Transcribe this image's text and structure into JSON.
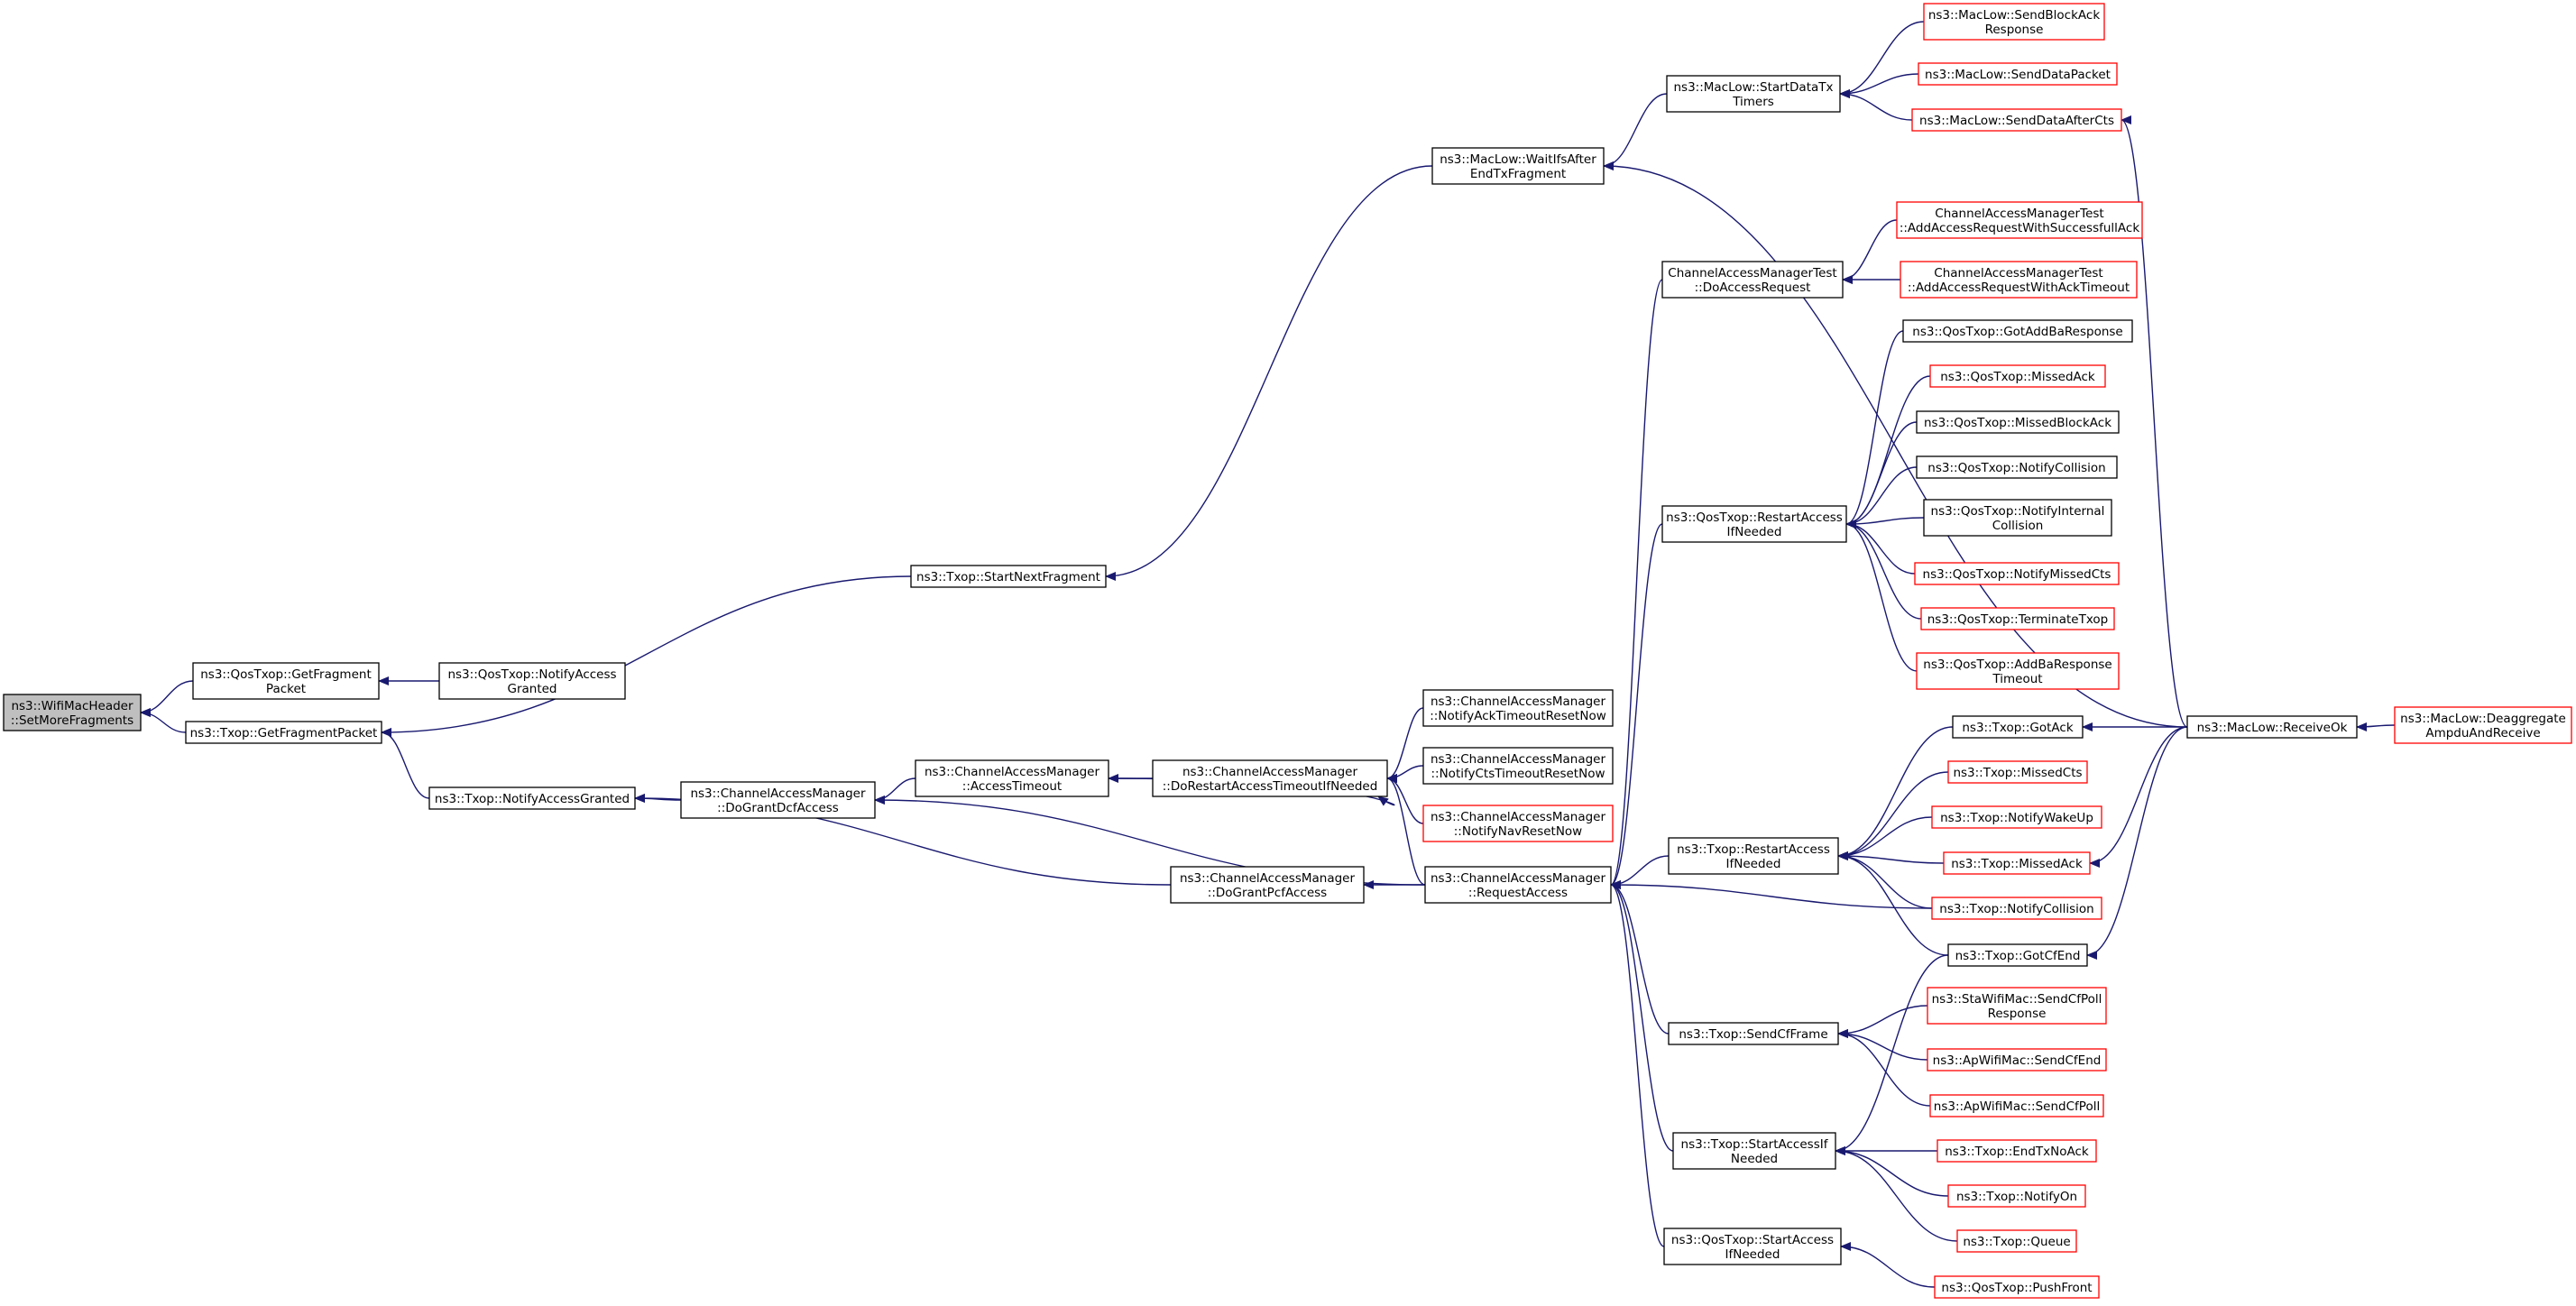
{
  "title": "",
  "colors": {
    "edge": "#191970",
    "black_border": "#000000",
    "red_border": "#ff0000",
    "root_fill": "#bfbfbf",
    "node_fill": "#ffffff"
  },
  "nodes": [
    {
      "id": "n0",
      "lines": [
        "ns3::WifiMacHeader",
        "::SetMoreFragments"
      ],
      "style": "root"
    },
    {
      "id": "n1",
      "lines": [
        "ns3::QosTxop::GetFragment",
        "Packet"
      ],
      "style": "black"
    },
    {
      "id": "n2",
      "lines": [
        "ns3::QosTxop::NotifyAccess",
        "Granted"
      ],
      "style": "black"
    },
    {
      "id": "n3",
      "lines": [
        "ns3::Txop::GetFragmentPacket"
      ],
      "style": "black"
    },
    {
      "id": "n4",
      "lines": [
        "ns3::Txop::StartNextFragment"
      ],
      "style": "black"
    },
    {
      "id": "n5",
      "lines": [
        "ns3::Txop::NotifyAccessGranted"
      ],
      "style": "black"
    },
    {
      "id": "n6",
      "lines": [
        "ns3::MacLow::WaitIfsAfter",
        "EndTxFragment"
      ],
      "style": "black"
    },
    {
      "id": "n7",
      "lines": [
        "ns3::ChannelAccessManager",
        "::DoGrantDcfAccess"
      ],
      "style": "black"
    },
    {
      "id": "n8",
      "lines": [
        "ns3::ChannelAccessManager",
        "::DoGrantPcfAccess"
      ],
      "style": "black"
    },
    {
      "id": "n9",
      "lines": [
        "ns3::MacLow::StartDataTx",
        "Timers"
      ],
      "style": "black"
    },
    {
      "id": "n10",
      "lines": [
        "ns3::MacLow::ReceiveOk"
      ],
      "style": "black"
    },
    {
      "id": "n11",
      "lines": [
        "ns3::ChannelAccessManager",
        "::AccessTimeout"
      ],
      "style": "black"
    },
    {
      "id": "n12",
      "lines": [
        "ns3::ChannelAccessManager",
        "::DoRestartAccessTimeoutIfNeeded"
      ],
      "style": "black"
    },
    {
      "id": "n13",
      "lines": [
        "ns3::ChannelAccessManager",
        "::RequestAccess"
      ],
      "style": "black"
    },
    {
      "id": "n14",
      "lines": [
        "ns3::ChannelAccessManager",
        "::NotifyAckTimeoutResetNow"
      ],
      "style": "black"
    },
    {
      "id": "n15",
      "lines": [
        "ns3::ChannelAccessManager",
        "::NotifyCtsTimeoutResetNow"
      ],
      "style": "black"
    },
    {
      "id": "n16",
      "lines": [
        "ns3::ChannelAccessManager",
        "::NotifyNavResetNow"
      ],
      "style": "red"
    },
    {
      "id": "n17",
      "lines": [
        "ChannelAccessManagerTest",
        "::DoAccessRequest"
      ],
      "style": "black"
    },
    {
      "id": "n18",
      "lines": [
        "ns3::QosTxop::RestartAccess",
        "IfNeeded"
      ],
      "style": "black"
    },
    {
      "id": "n19",
      "lines": [
        "ns3::Txop::RestartAccess",
        "IfNeeded"
      ],
      "style": "black"
    },
    {
      "id": "n20",
      "lines": [
        "ns3::Txop::SendCfFrame"
      ],
      "style": "black"
    },
    {
      "id": "n21",
      "lines": [
        "ns3::Txop::StartAccessIf",
        "Needed"
      ],
      "style": "black"
    },
    {
      "id": "n22",
      "lines": [
        "ns3::QosTxop::StartAccess",
        "IfNeeded"
      ],
      "style": "black"
    },
    {
      "id": "n23",
      "lines": [
        "ns3::MacLow::SendBlockAck",
        "Response"
      ],
      "style": "red"
    },
    {
      "id": "n24",
      "lines": [
        "ns3::MacLow::SendDataPacket"
      ],
      "style": "red"
    },
    {
      "id": "n25",
      "lines": [
        "ns3::MacLow::SendDataAfterCts"
      ],
      "style": "red"
    },
    {
      "id": "n26",
      "lines": [
        "ns3::MacLow::Deaggregate",
        "AmpduAndReceive"
      ],
      "style": "red"
    },
    {
      "id": "n27",
      "lines": [
        "ChannelAccessManagerTest",
        "::AddAccessRequestWithSuccessfullAck"
      ],
      "style": "red"
    },
    {
      "id": "n28",
      "lines": [
        "ChannelAccessManagerTest",
        "::AddAccessRequestWithAckTimeout"
      ],
      "style": "red"
    },
    {
      "id": "n29",
      "lines": [
        "ns3::QosTxop::GotAddBaResponse"
      ],
      "style": "black"
    },
    {
      "id": "n30",
      "lines": [
        "ns3::QosTxop::MissedAck"
      ],
      "style": "red"
    },
    {
      "id": "n31",
      "lines": [
        "ns3::QosTxop::MissedBlockAck"
      ],
      "style": "black"
    },
    {
      "id": "n32",
      "lines": [
        "ns3::QosTxop::NotifyCollision"
      ],
      "style": "black"
    },
    {
      "id": "n33",
      "lines": [
        "ns3::QosTxop::NotifyInternal",
        "Collision"
      ],
      "style": "black"
    },
    {
      "id": "n34",
      "lines": [
        "ns3::QosTxop::NotifyMissedCts"
      ],
      "style": "red"
    },
    {
      "id": "n35",
      "lines": [
        "ns3::QosTxop::TerminateTxop"
      ],
      "style": "red"
    },
    {
      "id": "n36",
      "lines": [
        "ns3::QosTxop::AddBaResponse",
        "Timeout"
      ],
      "style": "red"
    },
    {
      "id": "n37",
      "lines": [
        "ns3::Txop::GotAck"
      ],
      "style": "black"
    },
    {
      "id": "n38",
      "lines": [
        "ns3::Txop::MissedCts"
      ],
      "style": "red"
    },
    {
      "id": "n39",
      "lines": [
        "ns3::Txop::NotifyWakeUp"
      ],
      "style": "red"
    },
    {
      "id": "n40",
      "lines": [
        "ns3::Txop::MissedAck"
      ],
      "style": "red"
    },
    {
      "id": "n41",
      "lines": [
        "ns3::Txop::NotifyCollision"
      ],
      "style": "red"
    },
    {
      "id": "n42",
      "lines": [
        "ns3::Txop::GotCfEnd"
      ],
      "style": "black"
    },
    {
      "id": "n43",
      "lines": [
        "ns3::StaWifiMac::SendCfPoll",
        "Response"
      ],
      "style": "red"
    },
    {
      "id": "n44",
      "lines": [
        "ns3::ApWifiMac::SendCfEnd"
      ],
      "style": "red"
    },
    {
      "id": "n45",
      "lines": [
        "ns3::ApWifiMac::SendCfPoll"
      ],
      "style": "red"
    },
    {
      "id": "n46",
      "lines": [
        "ns3::Txop::EndTxNoAck"
      ],
      "style": "red"
    },
    {
      "id": "n47",
      "lines": [
        "ns3::Txop::NotifyOn"
      ],
      "style": "red"
    },
    {
      "id": "n48",
      "lines": [
        "ns3::Txop::Queue"
      ],
      "style": "red"
    },
    {
      "id": "n49",
      "lines": [
        "ns3::QosTxop::PushFront"
      ],
      "style": "red"
    }
  ],
  "edges": [
    {
      "from": "n1",
      "to": "n0"
    },
    {
      "from": "n3",
      "to": "n0"
    },
    {
      "from": "n2",
      "to": "n1"
    },
    {
      "from": "n4",
      "to": "n3"
    },
    {
      "from": "n5",
      "to": "n3"
    },
    {
      "from": "n6",
      "to": "n4"
    },
    {
      "from": "n7",
      "to": "n5"
    },
    {
      "from": "n8",
      "to": "n5"
    },
    {
      "from": "n9",
      "to": "n6"
    },
    {
      "from": "n10",
      "to": "n6"
    },
    {
      "from": "n11",
      "to": "n7"
    },
    {
      "from": "n13",
      "to": "n7"
    },
    {
      "from": "n13",
      "to": "n8"
    },
    {
      "from": "n12",
      "to": "n11"
    },
    {
      "from": "n11",
      "to": "n12"
    },
    {
      "from": "n13",
      "to": "n12"
    },
    {
      "from": "n14",
      "to": "n12"
    },
    {
      "from": "n15",
      "to": "n12"
    },
    {
      "from": "n16",
      "to": "n12"
    },
    {
      "from": "n17",
      "to": "n13"
    },
    {
      "from": "n18",
      "to": "n13"
    },
    {
      "from": "n19",
      "to": "n13"
    },
    {
      "from": "n20",
      "to": "n13"
    },
    {
      "from": "n21",
      "to": "n13"
    },
    {
      "from": "n22",
      "to": "n13"
    },
    {
      "from": "n41",
      "to": "n13"
    },
    {
      "from": "n23",
      "to": "n9"
    },
    {
      "from": "n24",
      "to": "n9"
    },
    {
      "from": "n25",
      "to": "n9"
    },
    {
      "from": "n10",
      "to": "n25"
    },
    {
      "from": "n26",
      "to": "n10"
    },
    {
      "from": "n27",
      "to": "n17"
    },
    {
      "from": "n28",
      "to": "n17"
    },
    {
      "from": "n29",
      "to": "n18"
    },
    {
      "from": "n30",
      "to": "n18"
    },
    {
      "from": "n31",
      "to": "n18"
    },
    {
      "from": "n32",
      "to": "n18"
    },
    {
      "from": "n33",
      "to": "n18"
    },
    {
      "from": "n34",
      "to": "n18"
    },
    {
      "from": "n35",
      "to": "n18"
    },
    {
      "from": "n36",
      "to": "n18"
    },
    {
      "from": "n37",
      "to": "n19"
    },
    {
      "from": "n38",
      "to": "n19"
    },
    {
      "from": "n39",
      "to": "n19"
    },
    {
      "from": "n40",
      "to": "n19"
    },
    {
      "from": "n41",
      "to": "n19"
    },
    {
      "from": "n42",
      "to": "n19"
    },
    {
      "from": "n10",
      "to": "n37"
    },
    {
      "from": "n10",
      "to": "n40"
    },
    {
      "from": "n10",
      "to": "n42"
    },
    {
      "from": "n42",
      "to": "n21"
    },
    {
      "from": "n43",
      "to": "n20"
    },
    {
      "from": "n44",
      "to": "n20"
    },
    {
      "from": "n45",
      "to": "n20"
    },
    {
      "from": "n46",
      "to": "n21"
    },
    {
      "from": "n47",
      "to": "n21"
    },
    {
      "from": "n48",
      "to": "n21"
    },
    {
      "from": "n49",
      "to": "n22"
    }
  ]
}
